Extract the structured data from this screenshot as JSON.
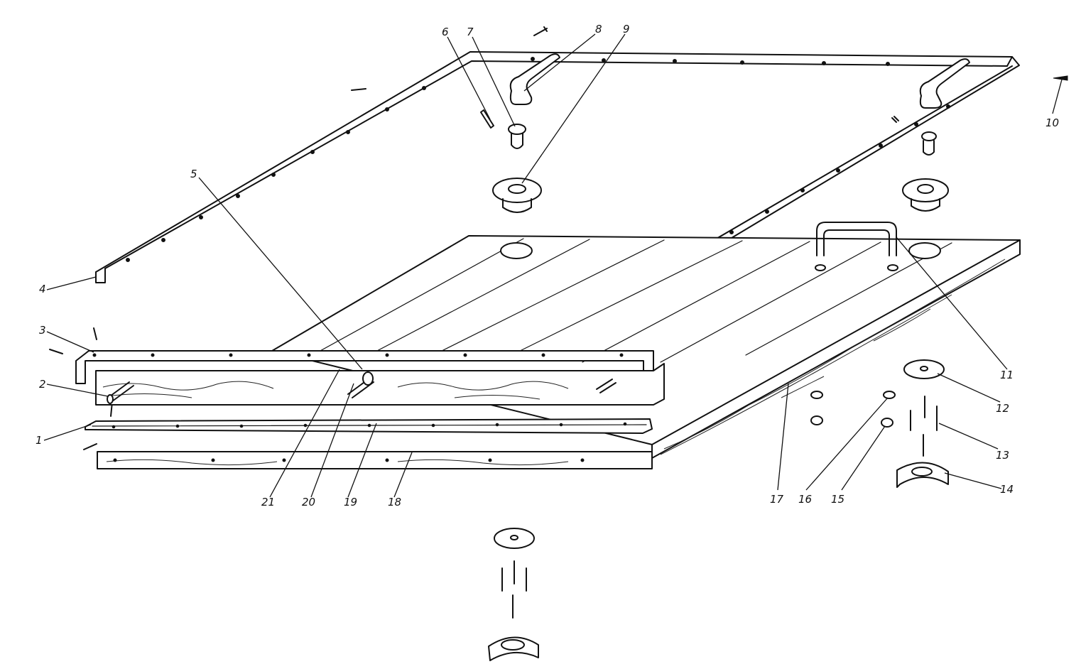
{
  "callouts": {
    "c1": "1",
    "c2": "2",
    "c3": "3",
    "c4": "4",
    "c5": "5",
    "c6": "6",
    "c7": "7",
    "c8": "8",
    "c9": "9",
    "c10": "10",
    "c11": "11",
    "c12": "12",
    "c13": "13",
    "c14": "14",
    "c15": "15",
    "c16": "16",
    "c17": "17",
    "c18": "18",
    "c19": "19",
    "c20": "20",
    "c21": "21"
  },
  "colors": {
    "ink": "#111111",
    "paper": "#ffffff"
  }
}
